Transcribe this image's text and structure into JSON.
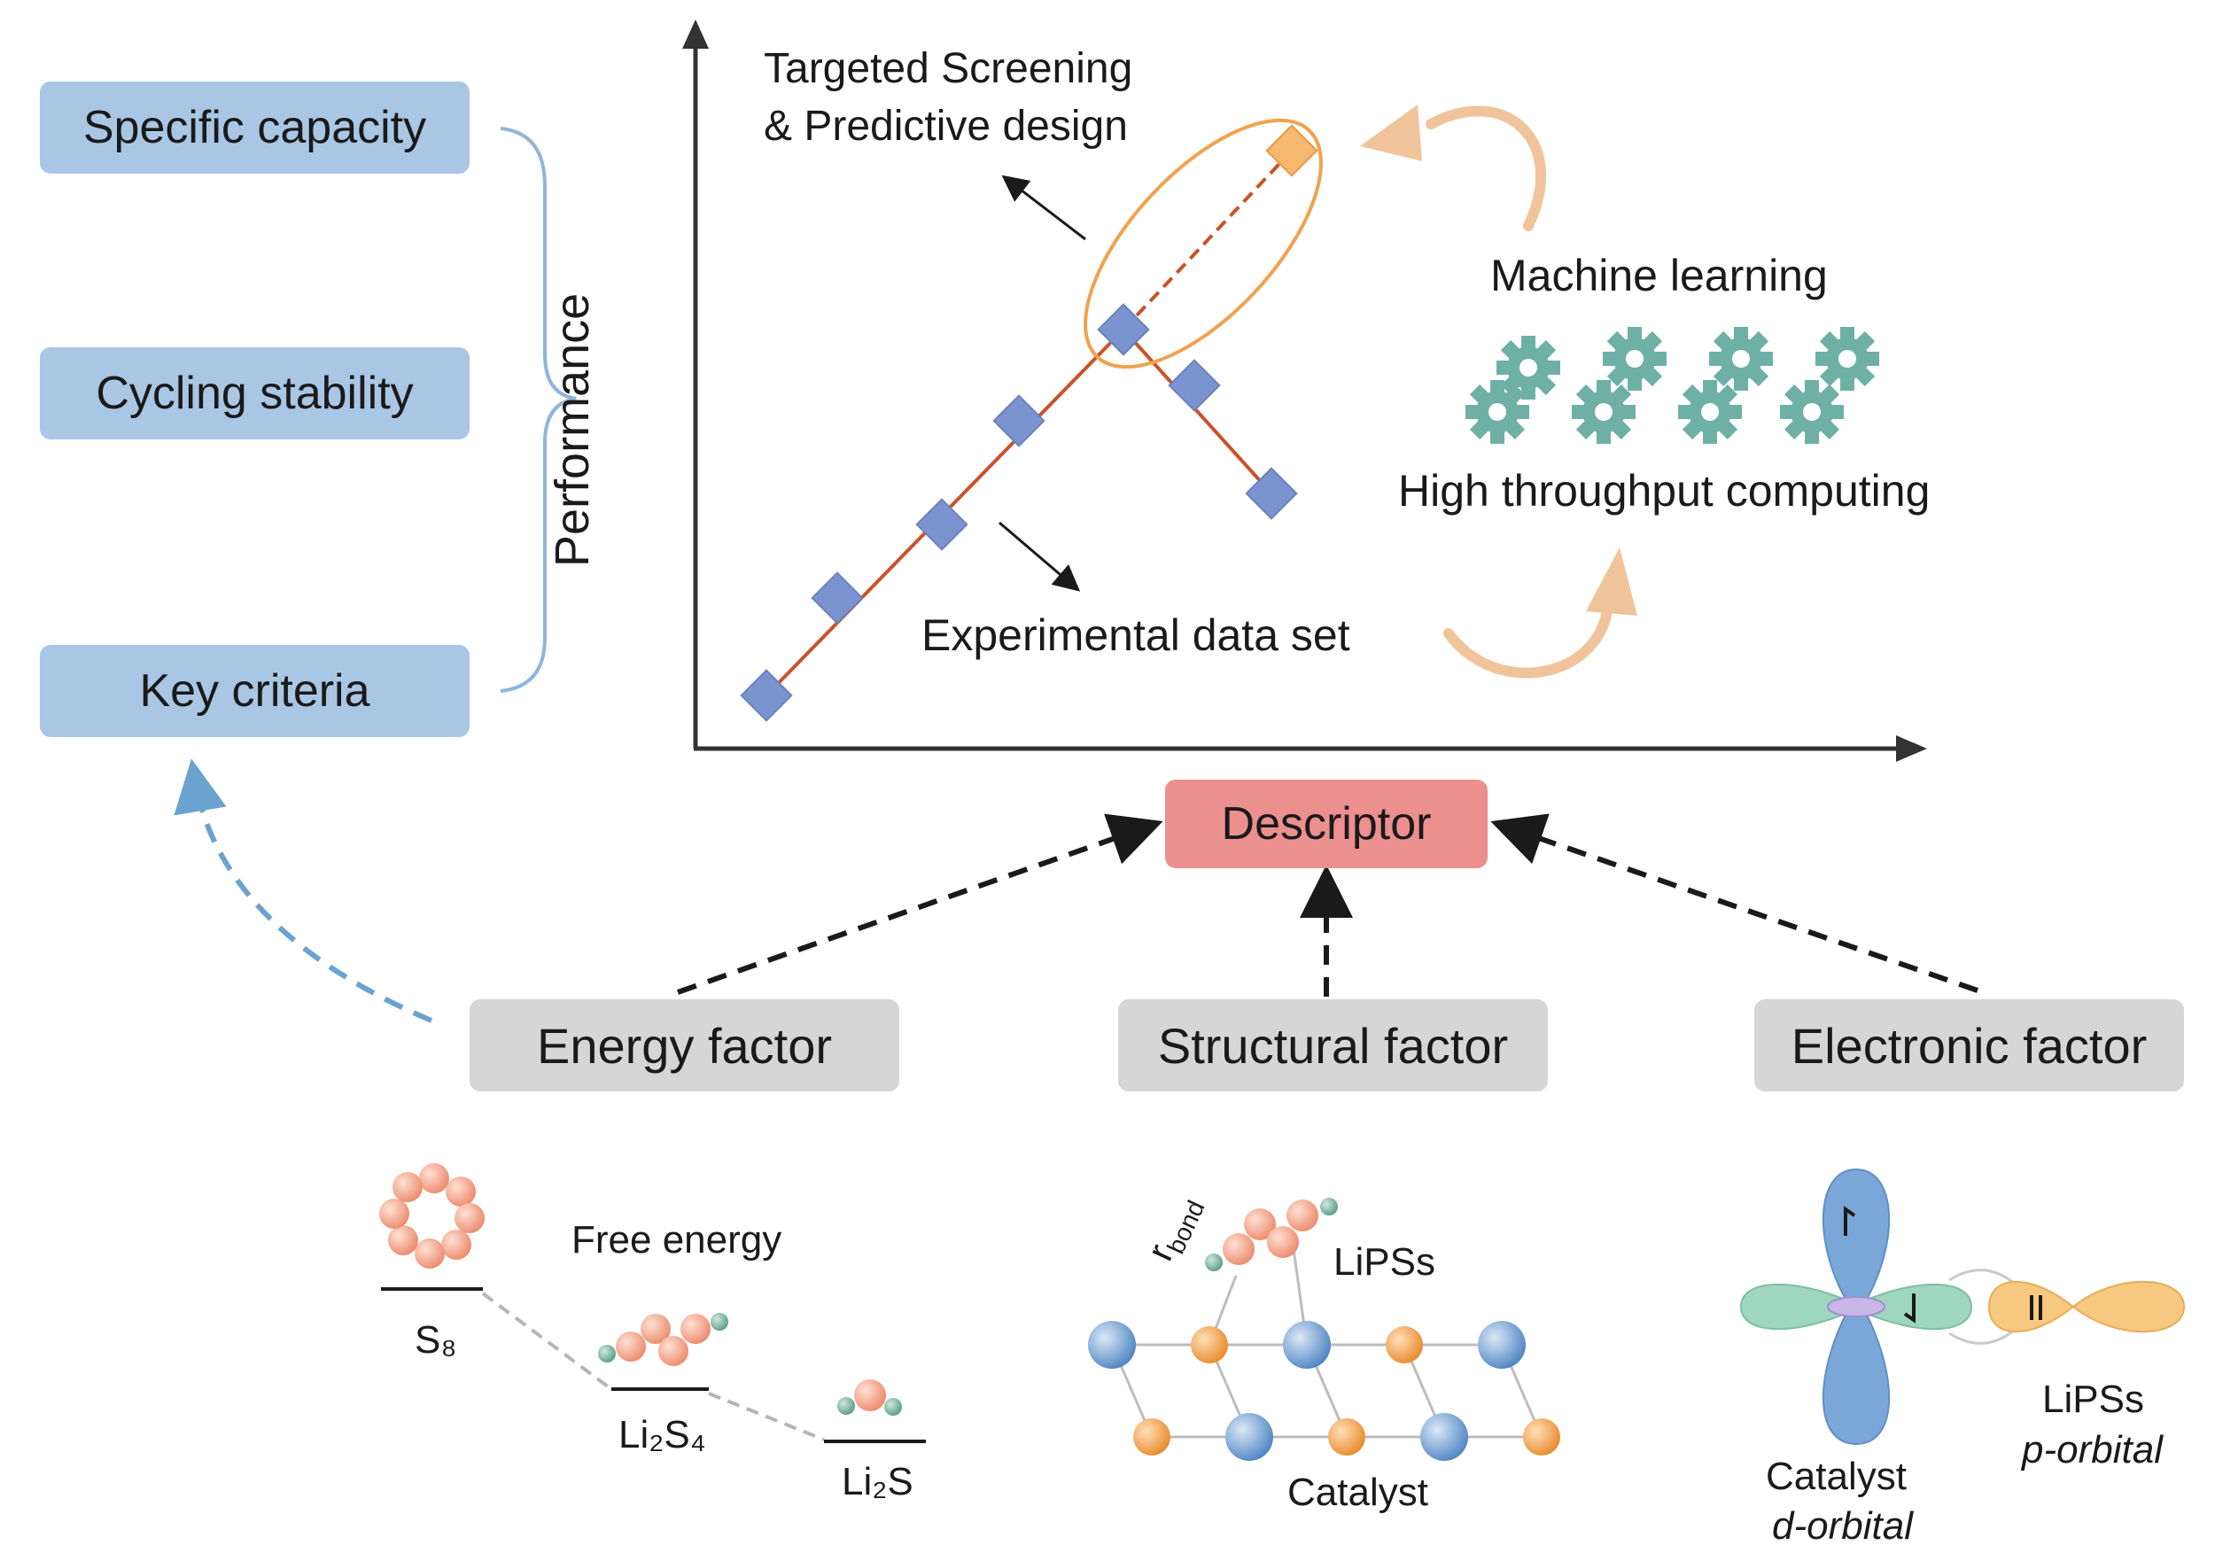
{
  "criteria": {
    "specific_capacity": "Specific capacity",
    "cycling_stability": "Cycling stability",
    "key_criteria": "Key criteria"
  },
  "plot": {
    "ylabel": "Performance",
    "targeted_line1": "Targeted Screening",
    "targeted_line2": "& Predictive design",
    "experimental": "Experimental data set",
    "machine_learning": "Machine learning",
    "high_throughput": "High throughput computing"
  },
  "descriptor": "Descriptor",
  "factors": {
    "energy": "Energy factor",
    "structural": "Structural factor",
    "electronic": "Electronic factor"
  },
  "energy_panel": {
    "free_energy": "Free energy",
    "s8": "S₈",
    "li2s4": "Li₂S₄",
    "li2s": "Li₂S"
  },
  "structural_panel": {
    "r_bond": "r",
    "r_bond_sub": "bond",
    "lipss": "LiPSs",
    "catalyst": "Catalyst"
  },
  "electronic_panel": {
    "catalyst": "Catalyst",
    "d_orbital": "d-orbital",
    "lipss": "LiPSs",
    "p_orbital": "p-orbital"
  },
  "colors": {
    "criteria_box": "#a9c7e4",
    "factor_box": "#d6d6d6",
    "descriptor_box": "#ec8f8f",
    "data_marker": "#7b93cf",
    "predicted_marker": "#f5b86e",
    "trend_line": "#c8532a",
    "gear": "#6fb0a6",
    "curved_arrow": "#f0c49a",
    "dashed_blue": "#6aa3cf"
  }
}
